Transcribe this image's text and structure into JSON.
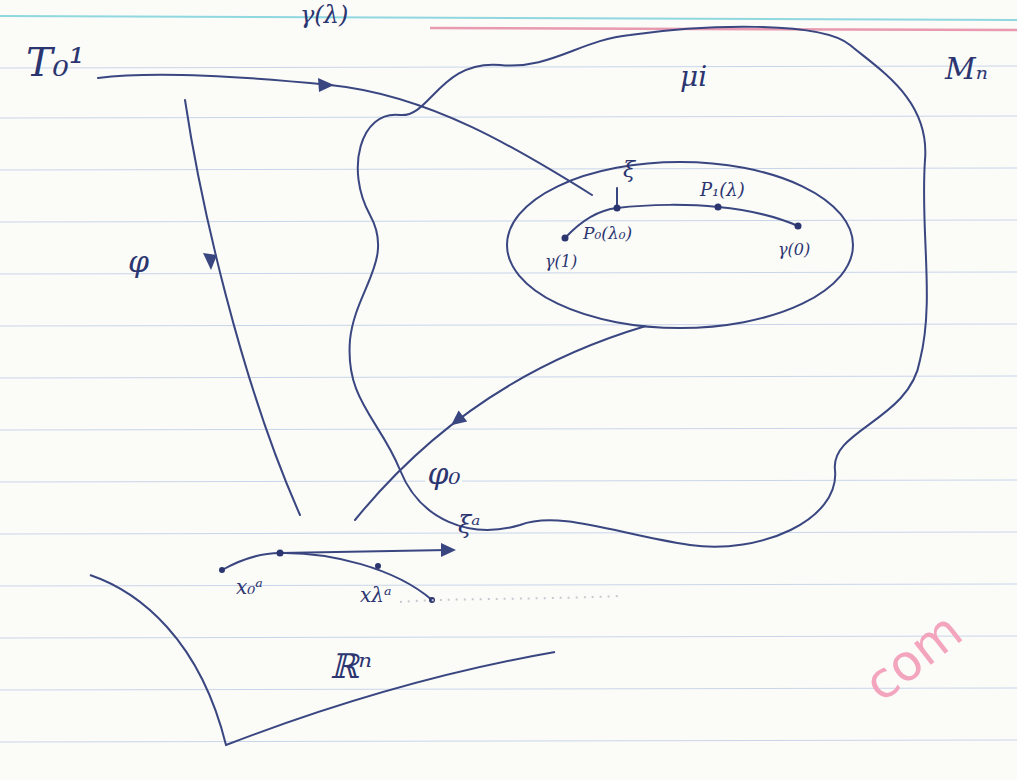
{
  "diagram": {
    "nodes": [
      {
        "text": [
          "Mₙ"
        ]
      },
      {
        "text": [
          "μi"
        ],
        "in": 0
      },
      {
        "text": [
          "ℝⁿ"
        ]
      }
    ],
    "edges": [
      {
        "from": 1,
        "to": 2,
        "arrow": "to",
        "label": "φ₀"
      }
    ],
    "labels": [
      "T₀¹",
      "γ(λ)",
      "φ",
      "ξ",
      "P₀(λ₀)",
      "P₁(λ)",
      "γ(1)",
      "γ(0)",
      "ξᵃ",
      "x₀ᵃ",
      "xλᵃ",
      "com"
    ]
  }
}
